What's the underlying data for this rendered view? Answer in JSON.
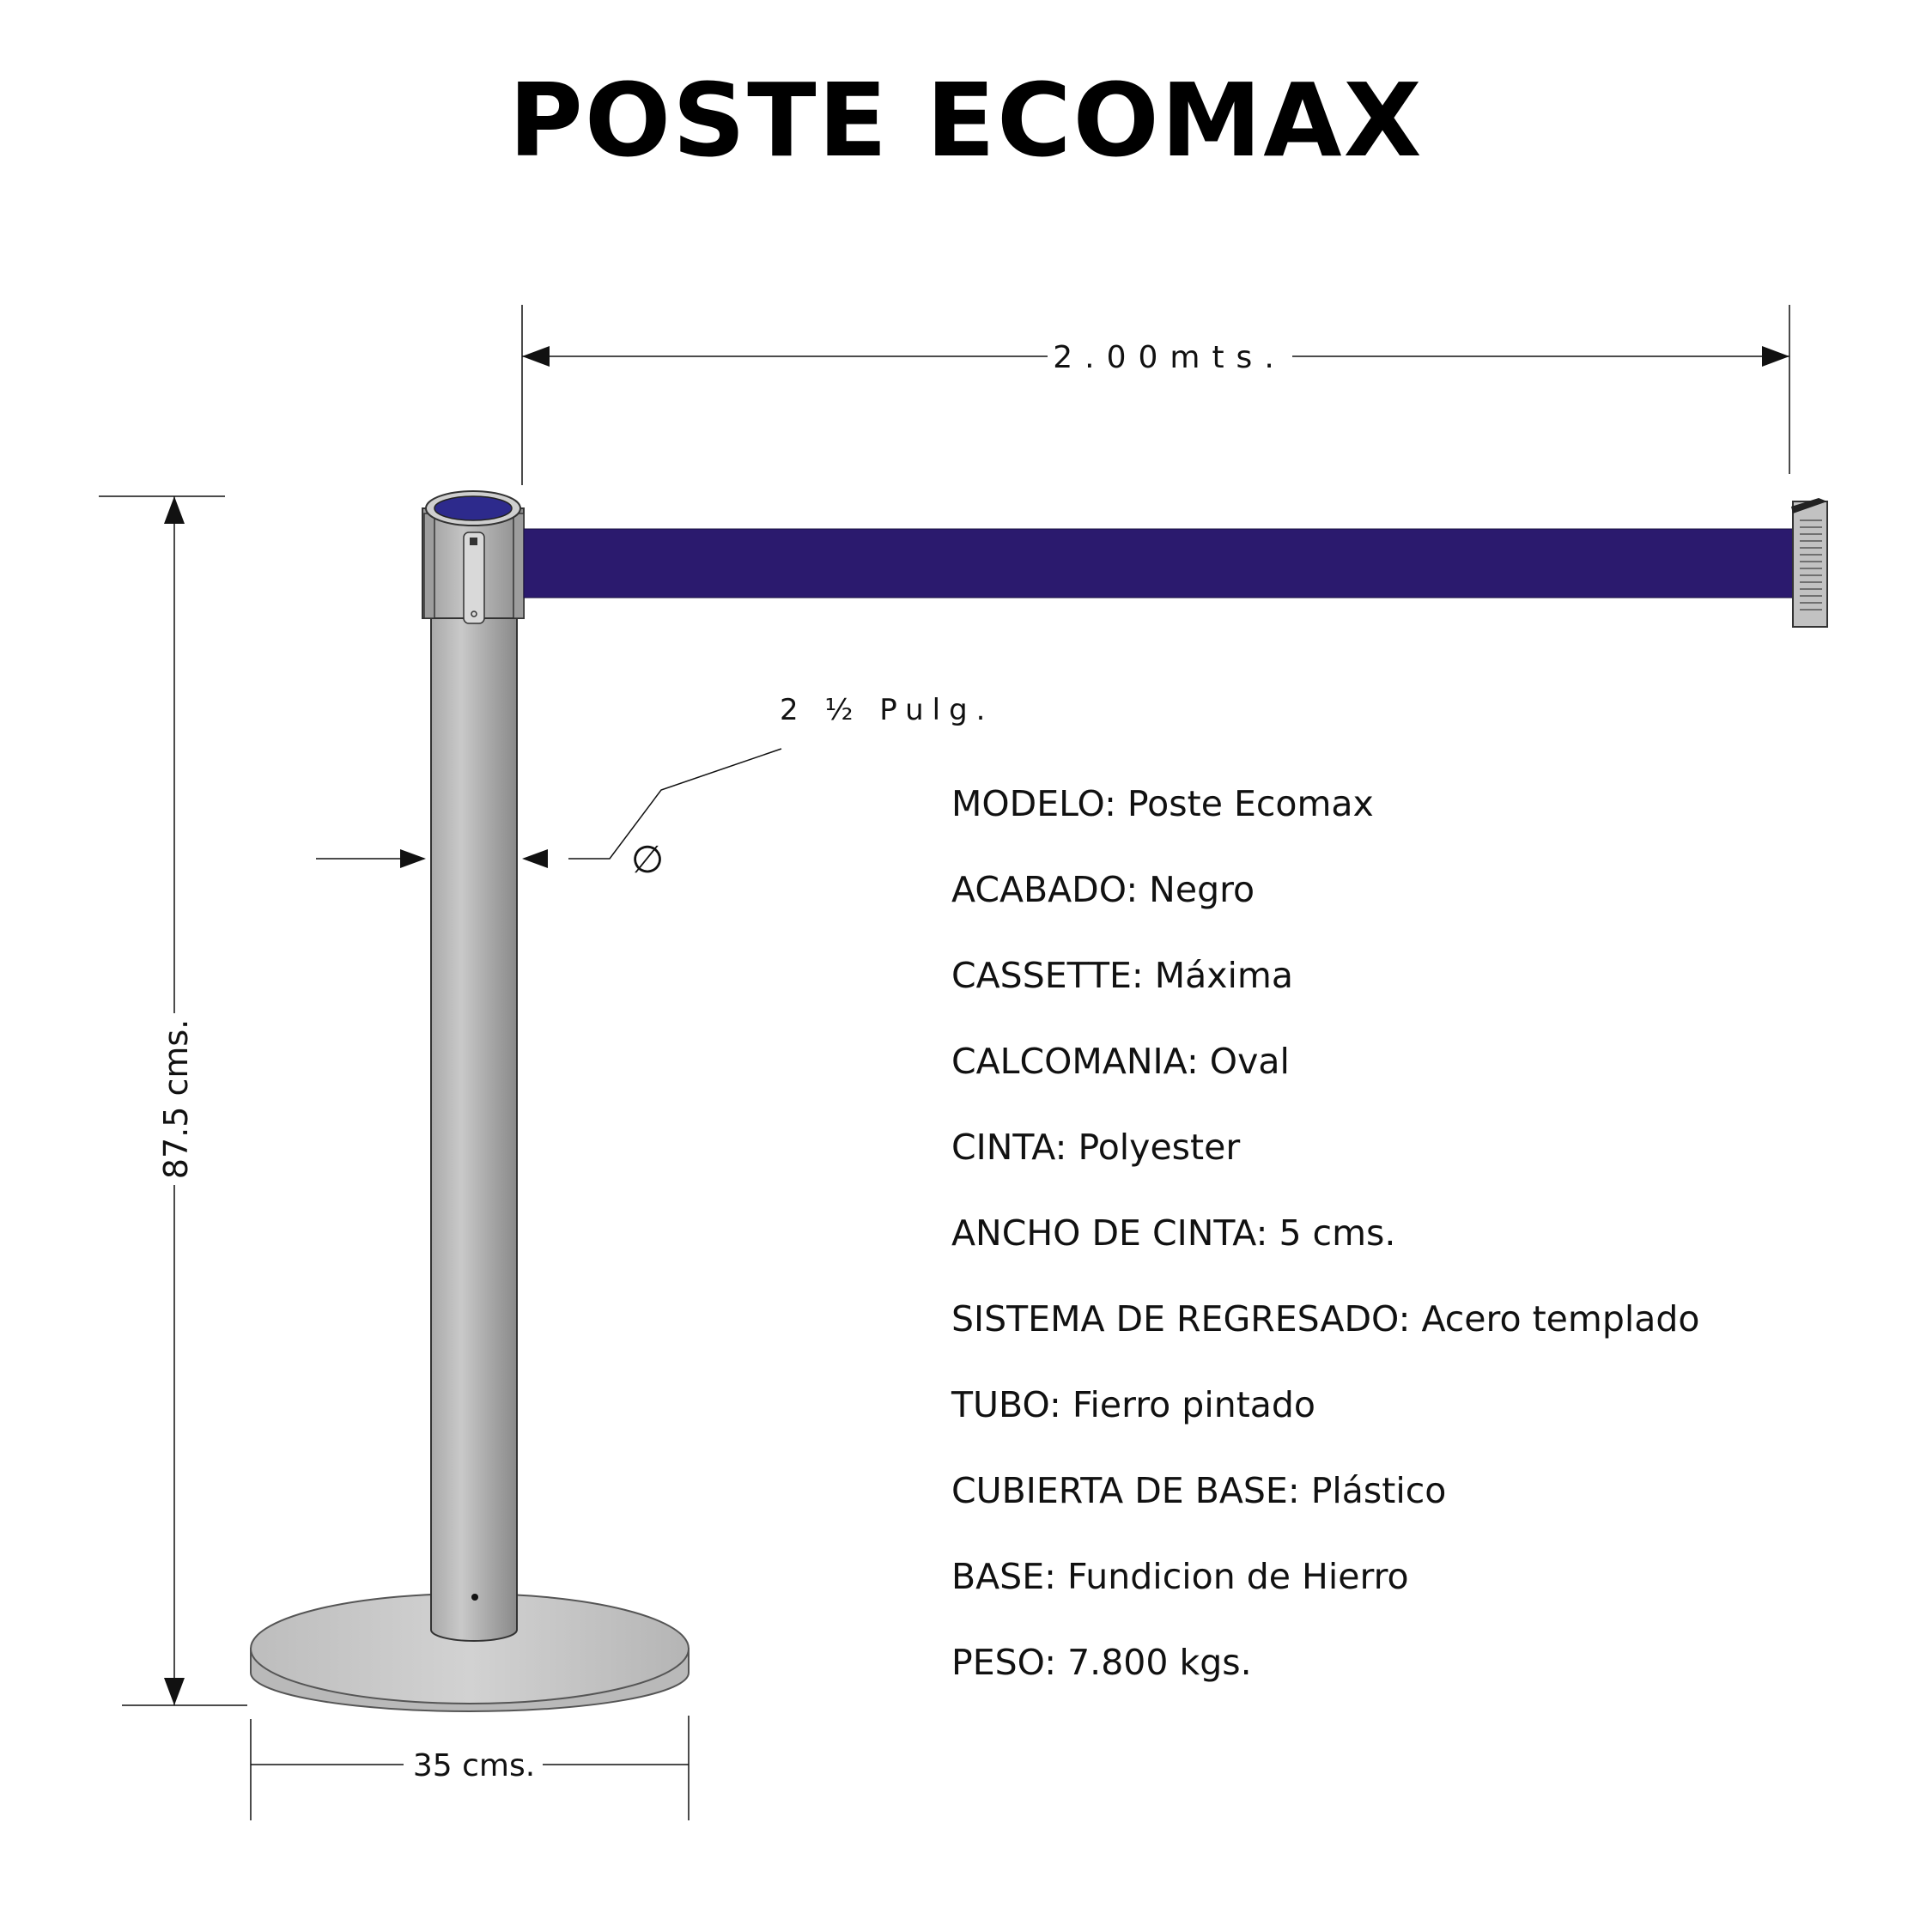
{
  "title": "POSTE ECOMAX",
  "dimensions": {
    "length": "2.00mts.",
    "height": "87.5 cms.",
    "diameter": "2 ½ Pulg.",
    "base_width": "35 cms.",
    "diameter_symbol": "∅"
  },
  "specs": [
    {
      "label": "MODELO",
      "value": "Poste Ecomax"
    },
    {
      "label": "ACABADO",
      "value": "Negro"
    },
    {
      "label": "CASSETTE",
      "value": "Máxima"
    },
    {
      "label": "CALCOMANIA",
      "value": "Oval"
    },
    {
      "label": "CINTA",
      "value": "Polyester"
    },
    {
      "label": "ANCHO DE CINTA",
      "value": "5 cms."
    },
    {
      "label": "SISTEMA DE REGRESADO",
      "value": "Acero templado"
    },
    {
      "label": "TUBO",
      "value": "Fierro pintado"
    },
    {
      "label": "CUBIERTA DE BASE",
      "value": "Plástico"
    },
    {
      "label": "BASE",
      "value": "Fundicion de Hierro"
    },
    {
      "label": "PESO",
      "value": "7.800 kgs."
    }
  ],
  "colors": {
    "belt": "#2b1a6e",
    "post": "#b4b4b4",
    "base": "#c8c8c8"
  }
}
